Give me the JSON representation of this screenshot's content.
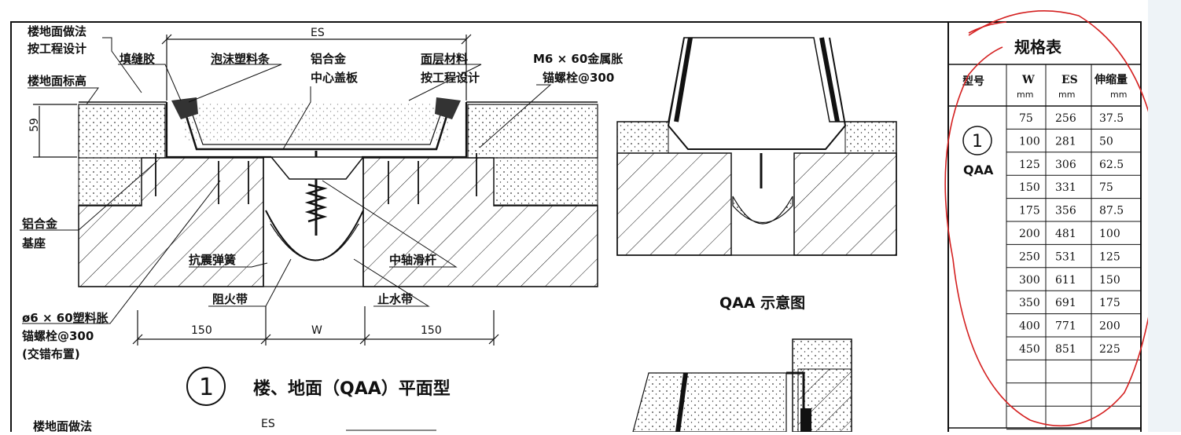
{
  "drawing": {
    "labels": {
      "floor_method_1": "楼地面做法",
      "floor_method_2": "按工程设计",
      "sealant": "填缝胶",
      "foam_strip": "泡沫塑料条",
      "al_alloy_1": "铝合金",
      "al_alloy_2": "中心盖板",
      "surface_1": "面层材料",
      "surface_2": "按工程设计",
      "anchor_m6_1": "M6 × 60金属胀",
      "anchor_m6_2": "锚螺栓@300",
      "floor_level": "楼地面标高",
      "dim_59": "59",
      "es_top": "ES",
      "base_1": "铝合金",
      "base_2": "基座",
      "spring": "抗震弹簧",
      "rod": "中轴滑杆",
      "fire_belt": "阻火带",
      "water_stop": "止水带",
      "plastic_anchor_1": "ø6 × 60塑料胀",
      "plastic_anchor_2": "锚螺栓@300",
      "plastic_anchor_3": "(交错布置)",
      "dim_150_left": "150",
      "dim_w": "W",
      "dim_150_right": "150",
      "detail_number": "1",
      "detail_title": "楼、地面（QAA）平面型",
      "bottom_floor_method": "楼地面做法",
      "bottom_es": "ES",
      "schematic_title": "QAA 示意图"
    }
  },
  "spec_table": {
    "title": "规格表",
    "headers": [
      {
        "name": "型号",
        "unit": ""
      },
      {
        "name": "W",
        "unit": "mm"
      },
      {
        "name": "ES",
        "unit": "mm"
      },
      {
        "name": "伸缩量",
        "unit": "mm"
      }
    ],
    "model_number": "1",
    "model_name": "QAA",
    "rows": [
      {
        "w": "75",
        "es": "256",
        "exp": "37.5"
      },
      {
        "w": "100",
        "es": "281",
        "exp": "50"
      },
      {
        "w": "125",
        "es": "306",
        "exp": "62.5"
      },
      {
        "w": "150",
        "es": "331",
        "exp": "75"
      },
      {
        "w": "175",
        "es": "356",
        "exp": "87.5"
      },
      {
        "w": "200",
        "es": "481",
        "exp": "100"
      },
      {
        "w": "250",
        "es": "531",
        "exp": "125"
      },
      {
        "w": "300",
        "es": "611",
        "exp": "150"
      },
      {
        "w": "350",
        "es": "691",
        "exp": "175"
      },
      {
        "w": "400",
        "es": "771",
        "exp": "200"
      },
      {
        "w": "450",
        "es": "851",
        "exp": "225"
      }
    ],
    "empty_rows": 3
  },
  "colors": {
    "ink": "#111111",
    "annotation": "#d42020",
    "sidebar": "#eef3f7"
  }
}
